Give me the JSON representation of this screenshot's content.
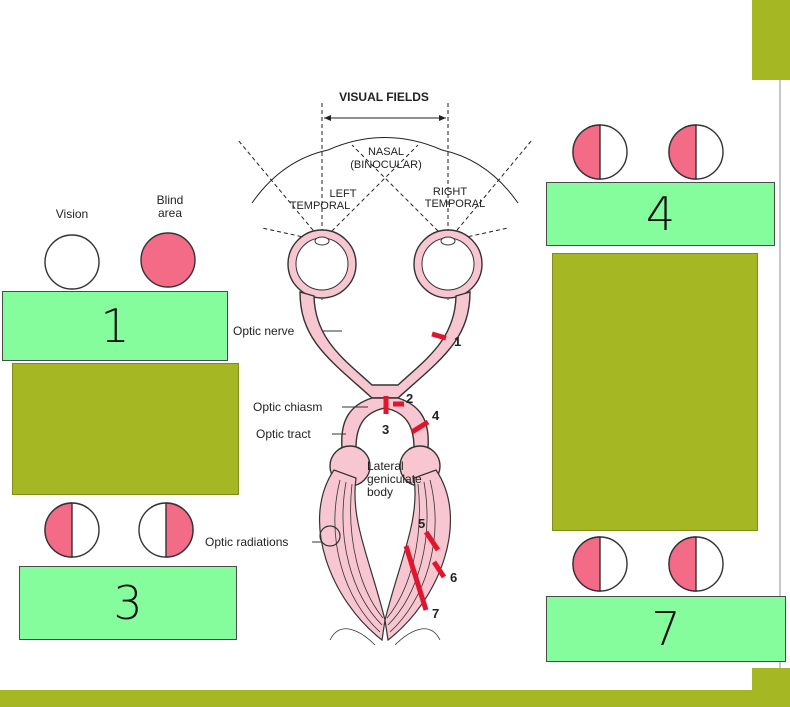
{
  "diagram": {
    "title": "VISUAL FIELDS",
    "nasal_line1": "NASAL",
    "nasal_line2": "(BINOCULAR)",
    "left_temporal_line1": "LEFT",
    "left_temporal_line2": "TEMPORAL",
    "right_temporal_line1": "RIGHT",
    "right_temporal_line2": "TEMPORAL",
    "optic_nerve": "Optic nerve",
    "optic_chiasm": "Optic chiasm",
    "optic_tract": "Optic tract",
    "lateral_line1": "Lateral",
    "lateral_line2": "geniculate",
    "lateral_line3": "body",
    "optic_radiations": "Optic radiations",
    "lesion_numbers": [
      "1",
      "2",
      "3",
      "4",
      "5",
      "6",
      "7"
    ]
  },
  "legend": {
    "vision": "Vision",
    "blind_line1": "Blind",
    "blind_line2": "area"
  },
  "answer_labels": {
    "box1": "1",
    "box3": "3",
    "box4": "4",
    "box7": "7"
  },
  "colors": {
    "accent": "#a5b723",
    "label_fill": "#86fd9c",
    "blind_fill": "#f46b87",
    "pathway_fill": "#f7c6d0",
    "lesion": "#e0162d"
  }
}
